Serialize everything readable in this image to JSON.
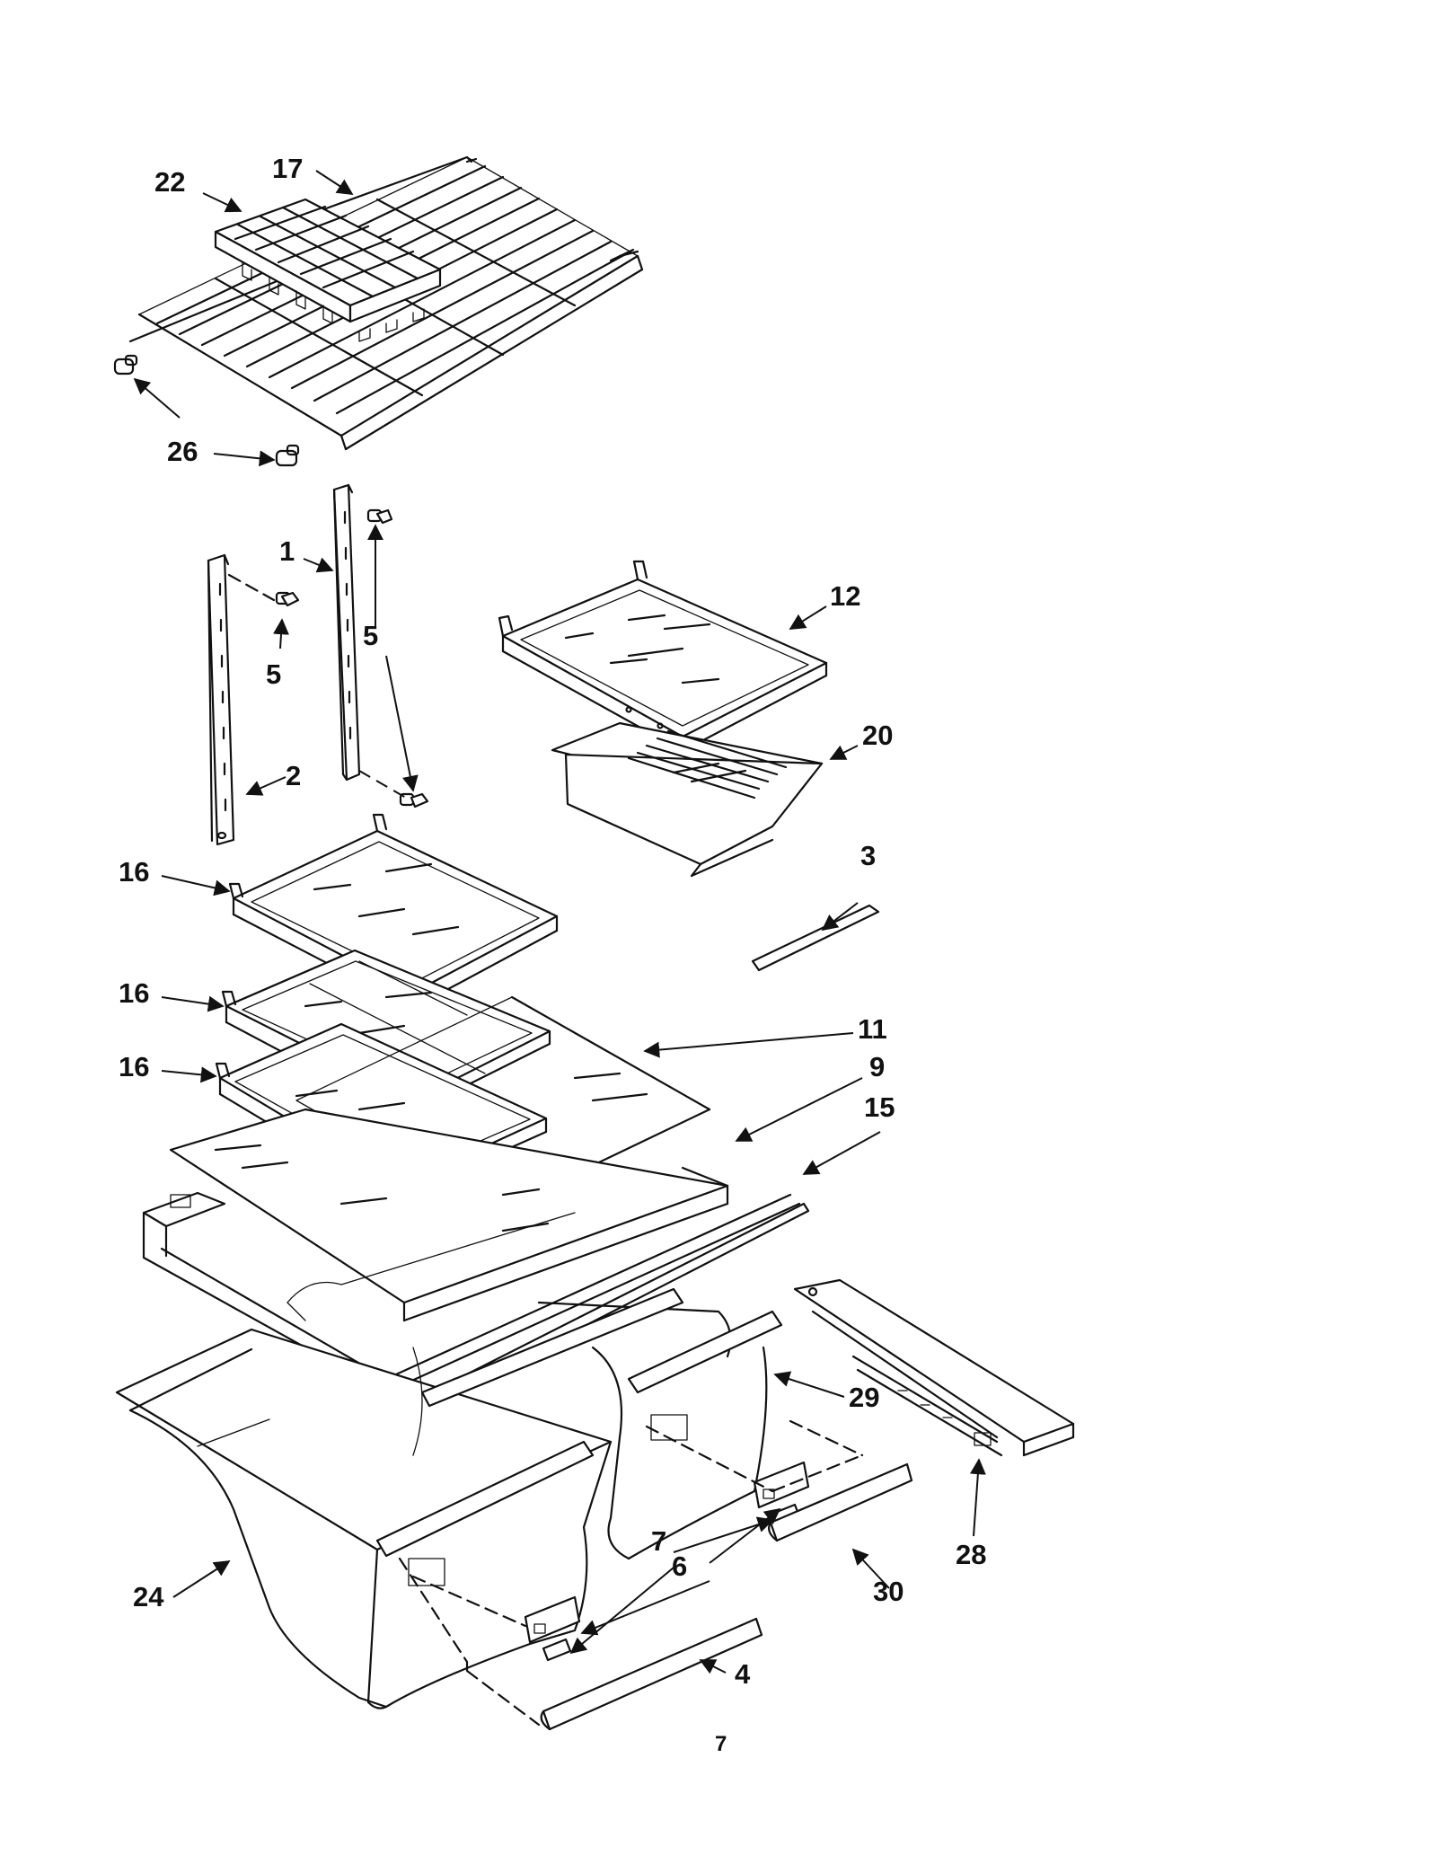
{
  "callouts": {
    "c1": "1",
    "c2": "2",
    "c3": "3",
    "c4": "4",
    "c5a": "5",
    "c5b": "5",
    "c6": "6",
    "c7": "7",
    "c9": "9",
    "c11": "11",
    "c12": "12",
    "c15": "15",
    "c16a": "16",
    "c16b": "16",
    "c16c": "16",
    "c17": "17",
    "c20": "20",
    "c22": "22",
    "c24": "24",
    "c26": "26",
    "c28": "28",
    "c29": "29",
    "c30": "30"
  },
  "page_number": "7"
}
